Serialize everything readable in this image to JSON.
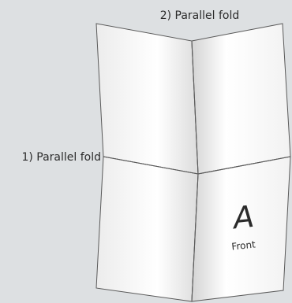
{
  "labels": {
    "fold_top": "2) Parallel fold",
    "fold_left": "1) Parallel fold",
    "panel_letter": "A",
    "panel_caption": "Front"
  },
  "colors": {
    "background": "#dde0e2",
    "paper_light": "#ffffff",
    "paper_shade": "#e4e4e4",
    "line": "#5a5a5a",
    "text": "#2b2b2b"
  }
}
